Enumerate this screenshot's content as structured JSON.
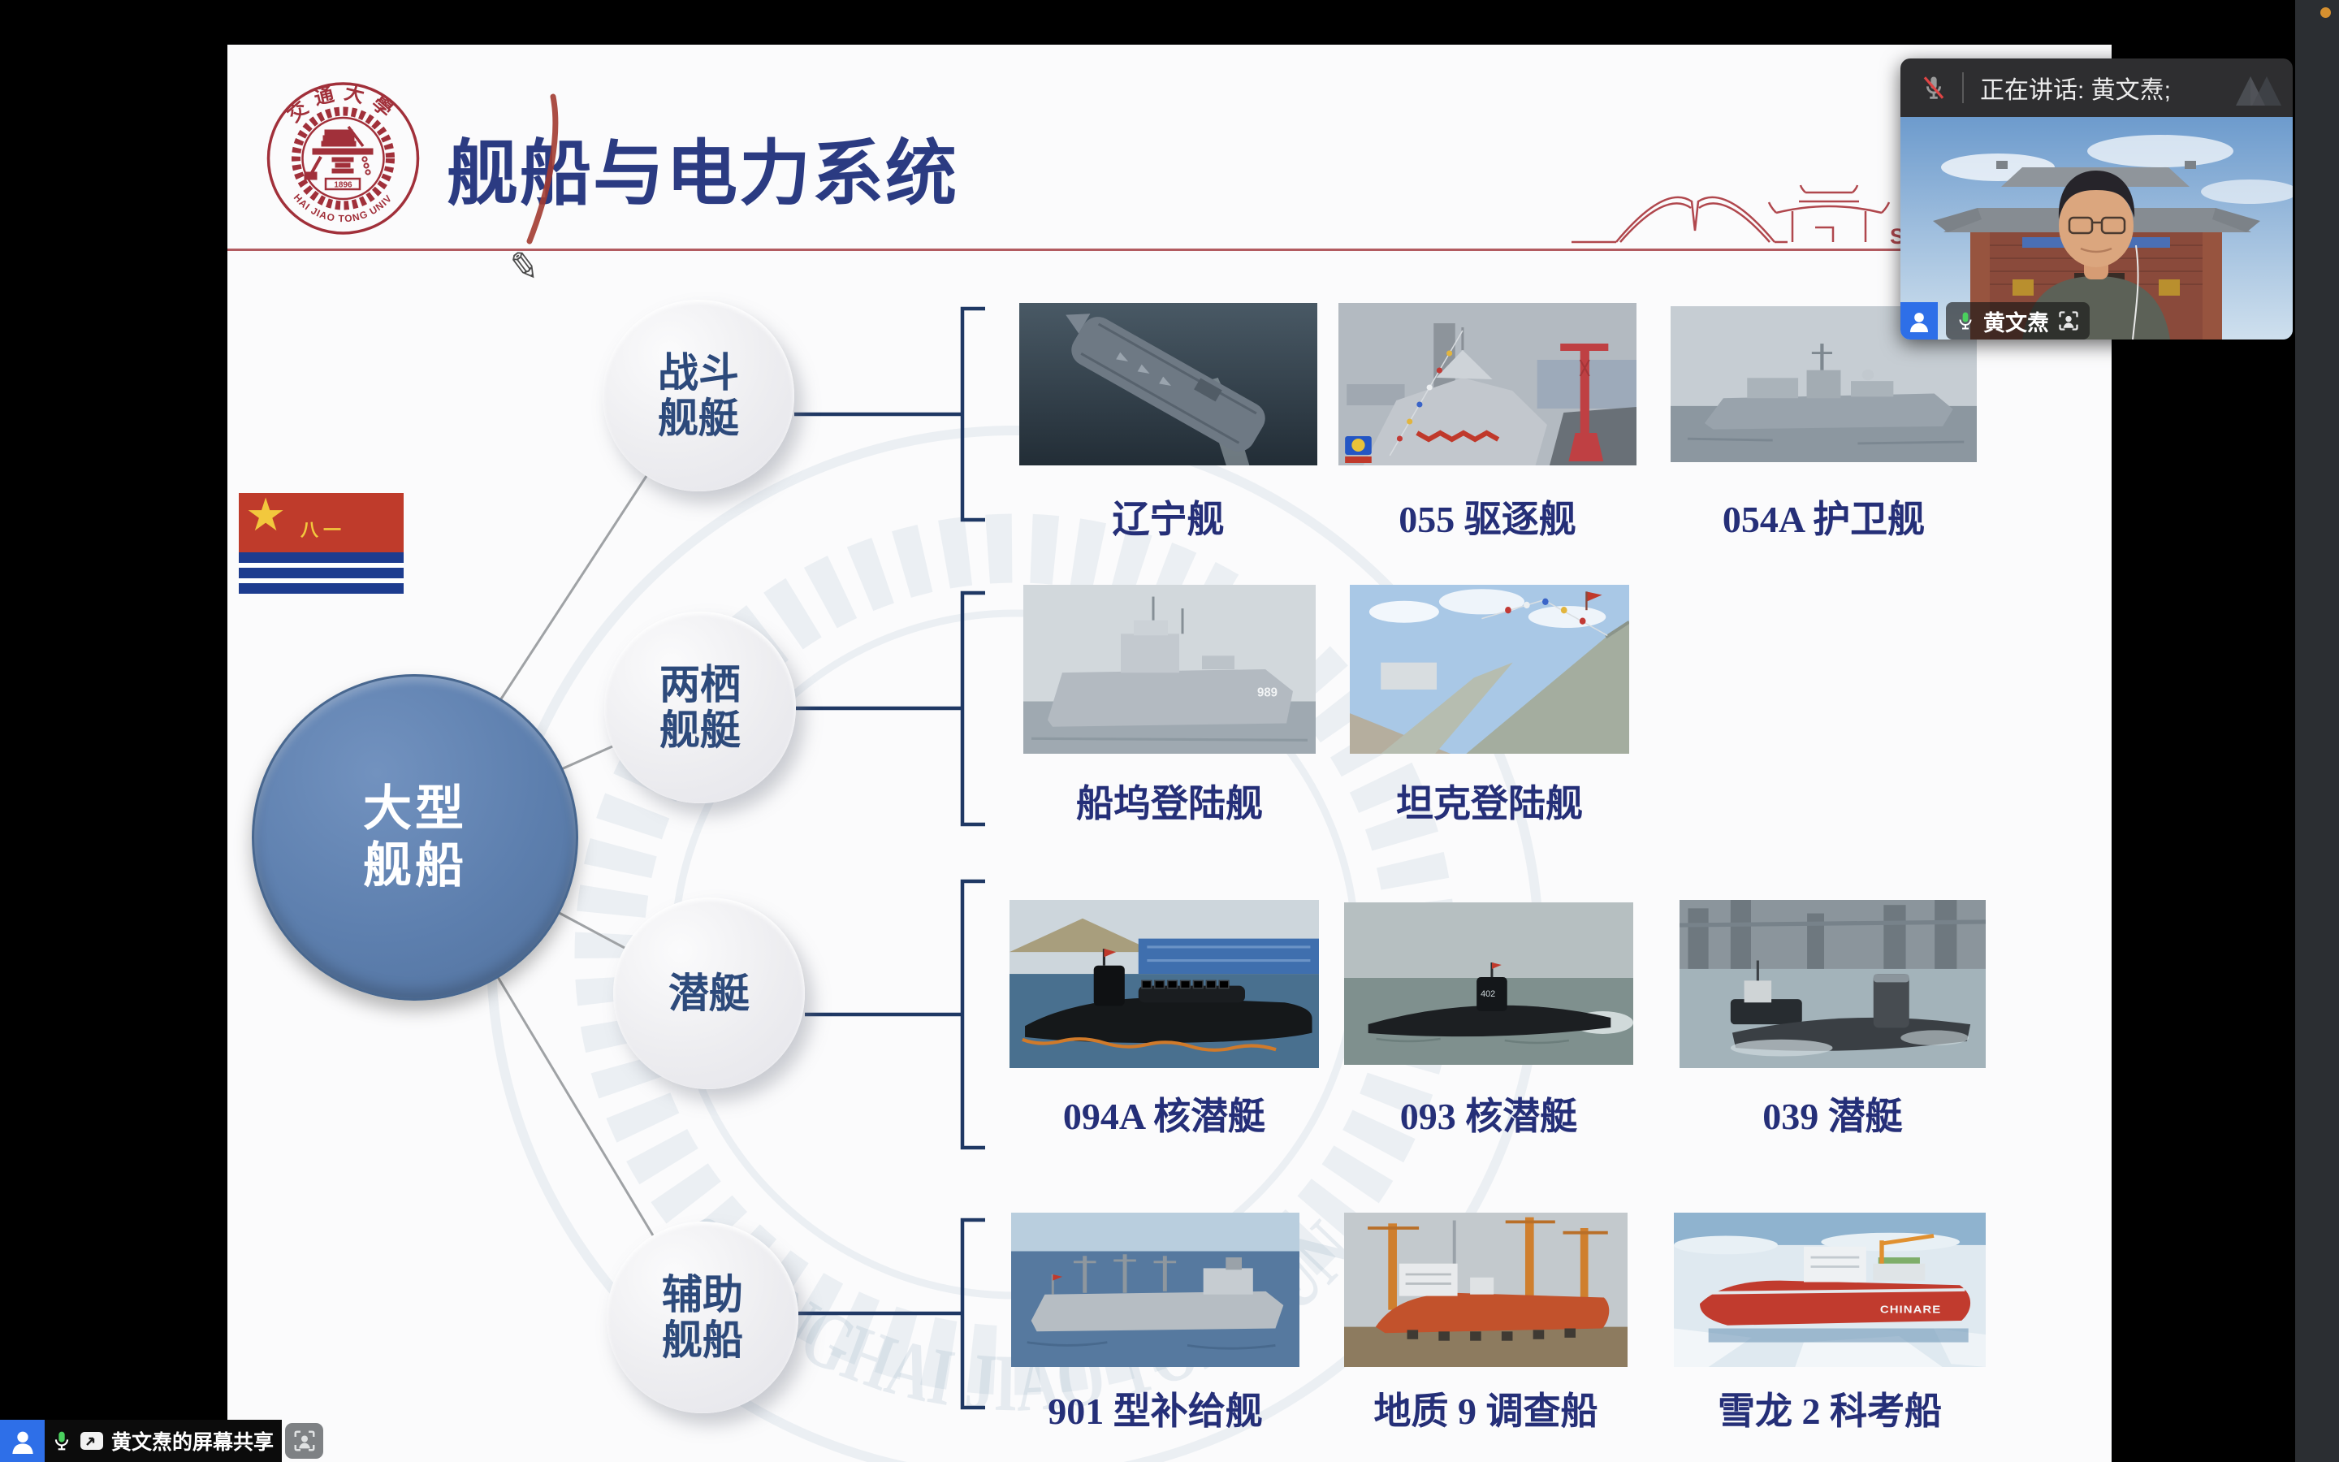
{
  "app": {
    "speaking_banner": "正在讲话: 黄文焘;",
    "participant_name": "黄文焘",
    "share_label": "黄文焘的屏幕共享",
    "colors": {
      "accent_navy": "#1f3864",
      "seal_red": "#a1303a",
      "title_blue": "#2b3b82",
      "mic_green": "#4ad05e",
      "participant_blue": "#2e6fe8",
      "notification_orange": "#d6902f"
    }
  },
  "slide": {
    "title": "舰船与电力系统",
    "seal": {
      "cn": "交通大學",
      "en": "SHANGHAI JIAO TONG UNIVERSITY",
      "year": "1896"
    },
    "decoration_text": "SJTU",
    "watermark_text": "SHANGHAI JIAO TONG UNIVERSITY",
    "flag_text": "八一",
    "root": "大型\n舰船",
    "categories": [
      "战斗\n舰艇",
      "两栖\n舰艇",
      "潜艇",
      "辅助\n舰船"
    ],
    "rows": [
      {
        "ships": [
          {
            "label": "辽宁舰"
          },
          {
            "label": "055 驱逐舰"
          },
          {
            "label": "054A 护卫舰"
          }
        ]
      },
      {
        "ships": [
          {
            "label": "船坞登陆舰",
            "hull_no": "989"
          },
          {
            "label": "坦克登陆舰"
          }
        ]
      },
      {
        "ships": [
          {
            "label": "094A 核潜艇"
          },
          {
            "label": "093 核潜艇",
            "hull_no": "402"
          },
          {
            "label": "039 潜艇"
          }
        ]
      },
      {
        "ships": [
          {
            "label": "901 型补给舰"
          },
          {
            "label": "地质 9 调查船"
          },
          {
            "label": "雪龙 2 科考船",
            "hull_text": "CHINARE"
          }
        ]
      }
    ]
  }
}
